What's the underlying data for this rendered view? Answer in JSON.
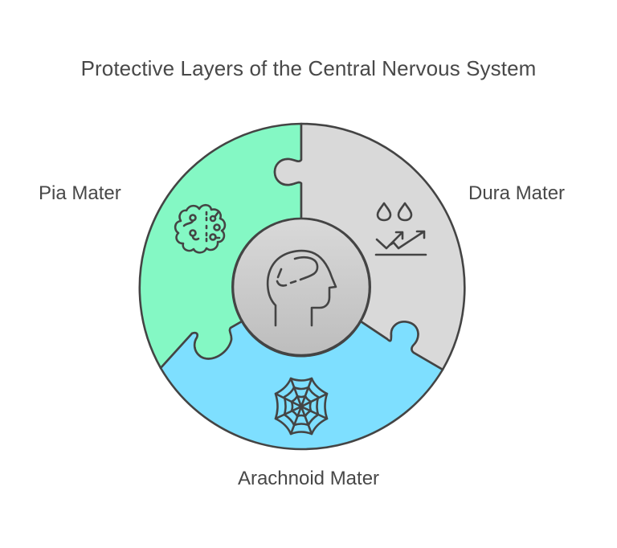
{
  "title": "Protective Layers of the Central Nervous System",
  "segments": [
    {
      "id": "pia",
      "label": "Pia Mater",
      "color": "#84F8C4",
      "icon": "microorganism-cells-icon"
    },
    {
      "id": "dura",
      "label": "Dura Mater",
      "color": "#D9D9D9",
      "icon": "water-drops-arrows-icon"
    },
    {
      "id": "arachnoid",
      "label": "Arachnoid Mater",
      "color": "#7EDFFF",
      "icon": "spider-web-icon"
    }
  ],
  "center": {
    "icon": "head-brain-icon",
    "gradient_top": "#D9D9D9",
    "gradient_bottom": "#BDBDBD"
  },
  "colors": {
    "outline": "#444444",
    "text": "#484848",
    "background": "#FFFFFF"
  }
}
